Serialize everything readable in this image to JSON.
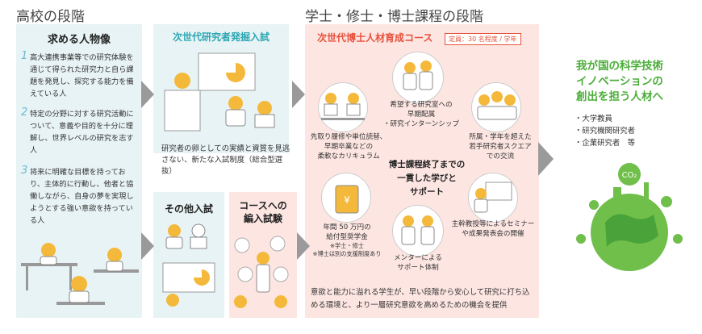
{
  "headings": {
    "high_school": "高校の段階",
    "university": "学士・修士・博士課程の段階"
  },
  "high_school": {
    "title": "求める人物像",
    "items": [
      {
        "num": "1",
        "text": "高大連携事業等での研究体験を通じて得られた研究力と自ら課題を発見し、探究する能力を備えている人"
      },
      {
        "num": "2",
        "text": "特定の分野に対する研究活動について、意義や目的を十分に理解し、世界レベルの研究を志す人"
      },
      {
        "num": "3",
        "text": "将来に明確な目標を持っており、主体的に行動し、他者と協働しながら、自身の夢を実現しようとする強い意欲を持っている人"
      }
    ]
  },
  "next_gen": {
    "title": "次世代研究者発掘入試",
    "description": "研究者の卵としての実績と資質を見逃さない、新たな入試制度（総合型選抜）"
  },
  "other": {
    "title": "その他入試"
  },
  "transfer": {
    "title_line1": "コースへの",
    "title_line2": "編入試験"
  },
  "doctoral": {
    "title": "次世代博士人材育成コース",
    "badge": "定員：30 名程度 / 学年",
    "notes": {
      "lab": [
        "希望する研究室への",
        "早期配属",
        "・研究インターンシップ"
      ],
      "curriculum": [
        "先取り履修や単位読替、",
        "早期卒業などの",
        "柔軟なカリキュラム"
      ],
      "square": [
        "所属・学年を超えた",
        "若手研究者スクエア",
        "での交流"
      ],
      "center": [
        "博士課程終了までの",
        "一貫した学びと",
        "サポート"
      ],
      "scholarship": [
        "年間 50 万円の",
        "給付型奨学金"
      ],
      "scholarship_sub": [
        "※学士・修士",
        "※博士は別の支援制度あり"
      ],
      "seminar": [
        "主幹教授等によるセミナー",
        "や成果発表会の開催"
      ],
      "mentor": [
        "メンターによる",
        "サポート体制"
      ]
    },
    "bottom": "意欲と能力に溢れる学生が、早い段階から安心して研究に打ち込める環境と、より一層研究意欲を高めるための機会を提供"
  },
  "goal": {
    "title_line1": "我が国の科学技術",
    "title_line2": "イノベーションの",
    "title_line3": "創出を担う人材へ",
    "list": [
      "・大学教員",
      "・研究機関研究者",
      "・企業研究者　等"
    ],
    "badge": "CO₂"
  },
  "colors": {
    "panel_blue": "#e8f3f5",
    "panel_pink": "#fde6e2",
    "teal": "#2aa7b3",
    "red": "#e8503a",
    "green": "#4cae3a",
    "arrow": "#9a9a9a"
  }
}
